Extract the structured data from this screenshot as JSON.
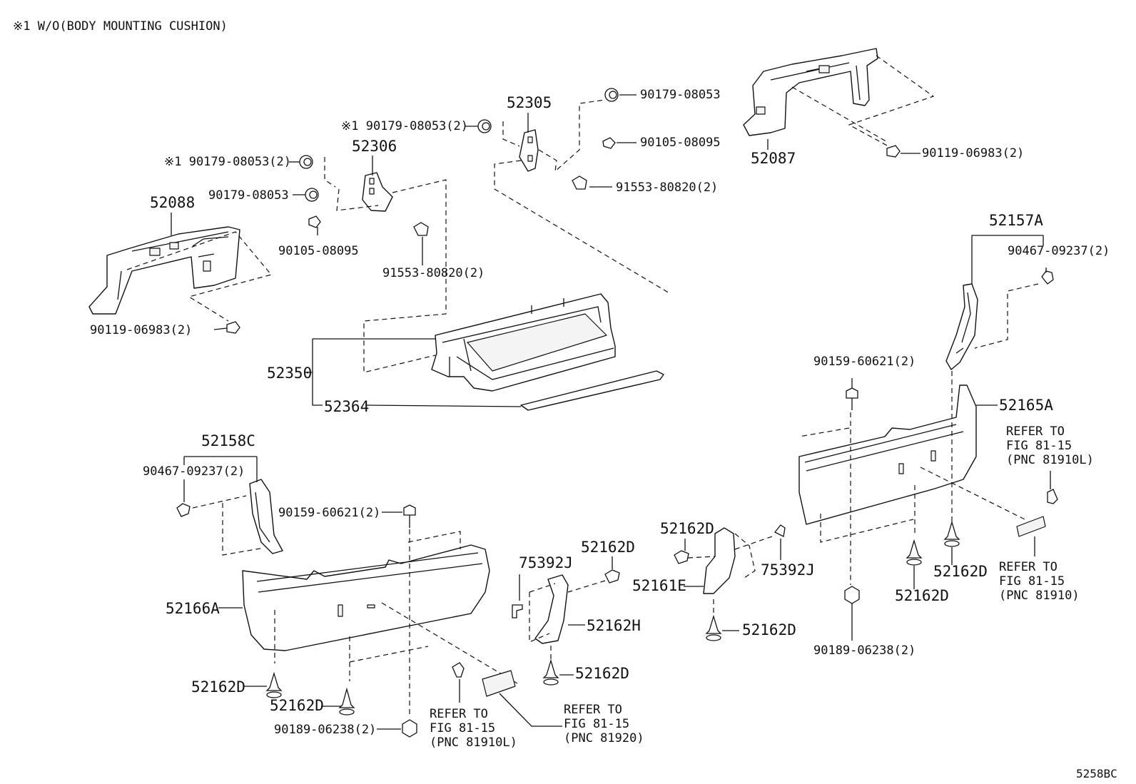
{
  "header_note": "※1 W/O(BODY MOUNTING CUSHION)",
  "footer_code": "5258BC",
  "labels": {
    "p52305": "52305",
    "p52306": "52306",
    "p52087": "52087",
    "p52088": "52088",
    "p52350": "52350",
    "p52364": "52364",
    "p52157A": "52157A",
    "p52158C": "52158C",
    "p52165A": "52165A",
    "p52166A": "52166A",
    "p52161E": "52161E",
    "p52162H": "52162H",
    "p75392J_a": "75392J",
    "p75392J_b": "75392J",
    "d1": "52162D",
    "d2": "52162D",
    "d3": "52162D",
    "d4": "52162D",
    "d5": "52162D",
    "d6": "52162D",
    "d7": "52162D",
    "d8": "52162D",
    "n1": "※1 90179-08053(2)",
    "n2": "※1 90179-08053(2)",
    "n3": "90179-08053",
    "n4": "90179-08053",
    "n5": "90105-08095",
    "n6": "90105-08095",
    "n7": "91553-80820(2)",
    "n8": "91553-80820(2)",
    "n9": "90119-06983(2)",
    "n10": "90119-06983(2)",
    "n11": "90467-09237(2)",
    "n12": "90467-09237(2)",
    "n13": "90159-60621(2)",
    "n14": "90159-60621(2)",
    "n15": "90189-06238(2)",
    "n16": "90189-06238(2)"
  },
  "refs": {
    "r1": [
      "REFER TO",
      "FIG 81-15",
      "(PNC 81910L)"
    ],
    "r2": [
      "REFER TO",
      "FIG 81-15",
      "(PNC 81910)"
    ],
    "r3": [
      "REFER TO",
      "FIG 81-15",
      "(PNC 81910L)"
    ],
    "r4": [
      "REFER TO",
      "FIG 81-15",
      "(PNC 81920)"
    ]
  }
}
